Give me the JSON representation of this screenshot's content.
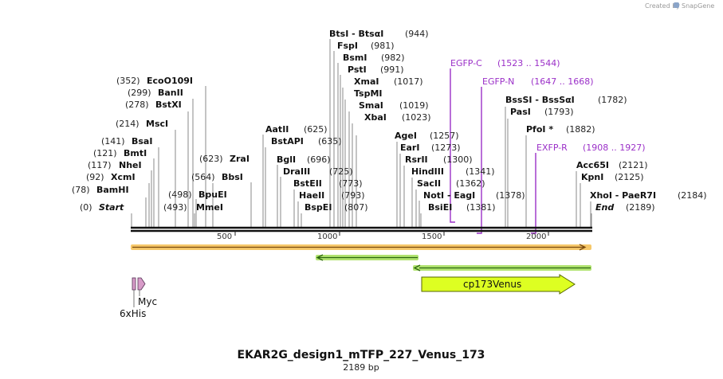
{
  "title": "EKAR2G_design1_mTFP_227_Venus_173",
  "length_label": "2189 bp",
  "credit": {
    "prefix": "Created by",
    "brand": "SnapGene"
  },
  "ruler": {
    "ticks": [
      "500",
      "1000",
      "1500",
      "2000"
    ]
  },
  "sites": [
    {
      "name": "Start",
      "pos": "(0)"
    },
    {
      "name": "BamHI",
      "pos": "(78)"
    },
    {
      "name": "XcmI",
      "pos": "(92)"
    },
    {
      "name": "NheI",
      "pos": "(117)"
    },
    {
      "name": "BmtI",
      "pos": "(121)"
    },
    {
      "name": "BsaI",
      "pos": "(141)"
    },
    {
      "name": "MscI",
      "pos": "(214)"
    },
    {
      "name": "BstXI",
      "pos": "(278)"
    },
    {
      "name": "BanII",
      "pos": "(299)"
    },
    {
      "name": "EcoO109I",
      "pos": "(352)"
    },
    {
      "name": "MmeI",
      "pos": "(493)"
    },
    {
      "name": "BpuEI",
      "pos": "(498)"
    },
    {
      "name": "BbsI",
      "pos": "(564)"
    },
    {
      "name": "ZraI",
      "pos": "(623)"
    },
    {
      "name": "AatII",
      "pos": "(625)"
    },
    {
      "name": "BstAPI",
      "pos": "(635)"
    },
    {
      "name": "BglI",
      "pos": "(696)"
    },
    {
      "name": "DraIII",
      "pos": "(725)"
    },
    {
      "name": "BstEII",
      "pos": "(773)"
    },
    {
      "name": "HaeII",
      "pos": "(793)"
    },
    {
      "name": "BspEI",
      "pos": "(807)"
    },
    {
      "name": "BtsI - BtsαI",
      "pos": "(944)"
    },
    {
      "name": "FspI",
      "pos": "(981)"
    },
    {
      "name": "BsmI",
      "pos": "(982)"
    },
    {
      "name": "PstI",
      "pos": "(991)"
    },
    {
      "name": "XmaI",
      "pos": "(1017)"
    },
    {
      "name": "TspMI",
      "pos": ""
    },
    {
      "name": "SmaI",
      "pos": "(1019)"
    },
    {
      "name": "XbaI",
      "pos": "(1023)"
    },
    {
      "name": "AgeI",
      "pos": "(1257)"
    },
    {
      "name": "EarI",
      "pos": "(1273)"
    },
    {
      "name": "RsrII",
      "pos": "(1300)"
    },
    {
      "name": "HindIII",
      "pos": "(1341)"
    },
    {
      "name": "SacII",
      "pos": "(1362)"
    },
    {
      "name": "NotI - EagI",
      "pos": "(1378)"
    },
    {
      "name": "BsiEI",
      "pos": "(1381)"
    },
    {
      "name": "BssSI - BssSαI",
      "pos": "(1782)"
    },
    {
      "name": "PasI",
      "pos": "(1793)"
    },
    {
      "name": "PfoI *",
      "pos": "(1882)"
    },
    {
      "name": "Acc65I",
      "pos": "(2121)"
    },
    {
      "name": "KpnI",
      "pos": "(2125)"
    },
    {
      "name": "XhoI - PaeR7I",
      "pos": "(2184)"
    },
    {
      "name": "End",
      "pos": "(2189)"
    }
  ],
  "primers": [
    {
      "name": "EGFP-C",
      "range": "(1523 .. 1544)"
    },
    {
      "name": "EGFP-N",
      "range": "(1647 .. 1668)"
    },
    {
      "name": "EXFP-R",
      "range": "(1908 .. 1927)"
    }
  ],
  "features": [
    {
      "name": "cp173Venus"
    },
    {
      "name": "Myc"
    },
    {
      "name": "6xHis"
    }
  ],
  "colors": {
    "primer": "#9b30c8",
    "orf_orange": "#f5c25a",
    "orf_green": "#a8e060",
    "cp173venus": "#ddff22",
    "tag": "#d79bc8"
  }
}
